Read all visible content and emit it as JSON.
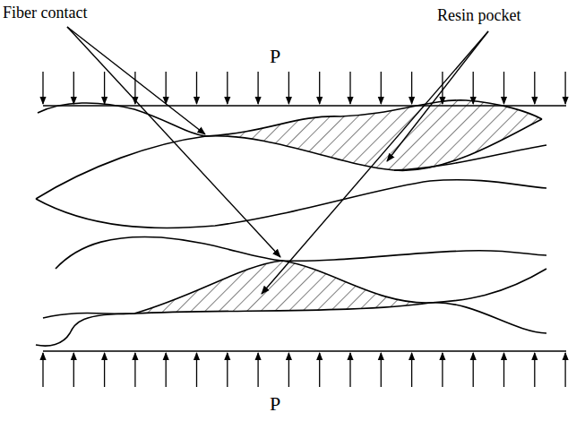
{
  "diagram": {
    "labels": [
      "Fiber contact",
      "Resin pocket",
      "P",
      "P"
    ]
  }
}
